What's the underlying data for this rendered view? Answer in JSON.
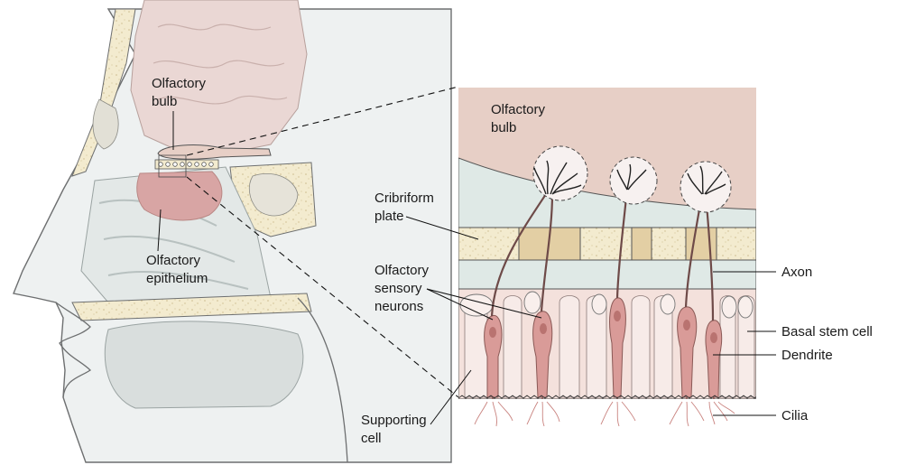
{
  "labels": {
    "olfactory_bulb_left": [
      "Olfactory",
      "bulb"
    ],
    "olfactory_epithelium": [
      "Olfactory",
      "epithelium"
    ],
    "olfactory_bulb_right": [
      "Olfactory",
      "bulb"
    ],
    "cribriform_plate": [
      "Cribriform",
      "plate"
    ],
    "olfactory_sensory_neurons": [
      "Olfactory",
      "sensory",
      "neurons"
    ],
    "supporting_cell": [
      "Supporting",
      "cell"
    ],
    "axon": "Axon",
    "basal_stem_cell": "Basal stem cell",
    "dendrite": "Dendrite",
    "cilia": "Cilia"
  },
  "colors": {
    "bulb_tissue": "#e7cfc6",
    "bone": "#f3ebcf",
    "plate_block": "#e3cfa4",
    "membrane": "#dfe9e6",
    "epithelium": "#f4e1dc",
    "neuron": "#d99b98",
    "skin_shadow": "#d9dedd"
  }
}
